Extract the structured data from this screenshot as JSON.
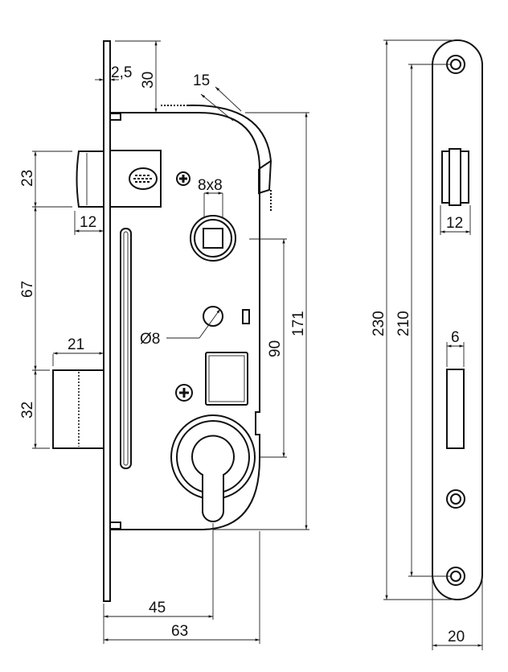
{
  "drawing": {
    "dimensions": {
      "faceplate_thickness": "2,5",
      "top_offset": "30",
      "lever_width": "15",
      "latch_height": "23",
      "latch_projection": "12",
      "latch_to_bolt": "67",
      "spindle_square": "8x8",
      "hole_diameter": "Ø8",
      "bolt_projection": "21",
      "bolt_height": "32",
      "handle_to_cylinder": "90",
      "body_height": "171",
      "backset": "45",
      "body_depth": "63",
      "plate_length": "230",
      "screw_spacing": "210",
      "plate_latch_width": "12",
      "plate_bolt_width": "6",
      "plate_width": "20"
    }
  }
}
